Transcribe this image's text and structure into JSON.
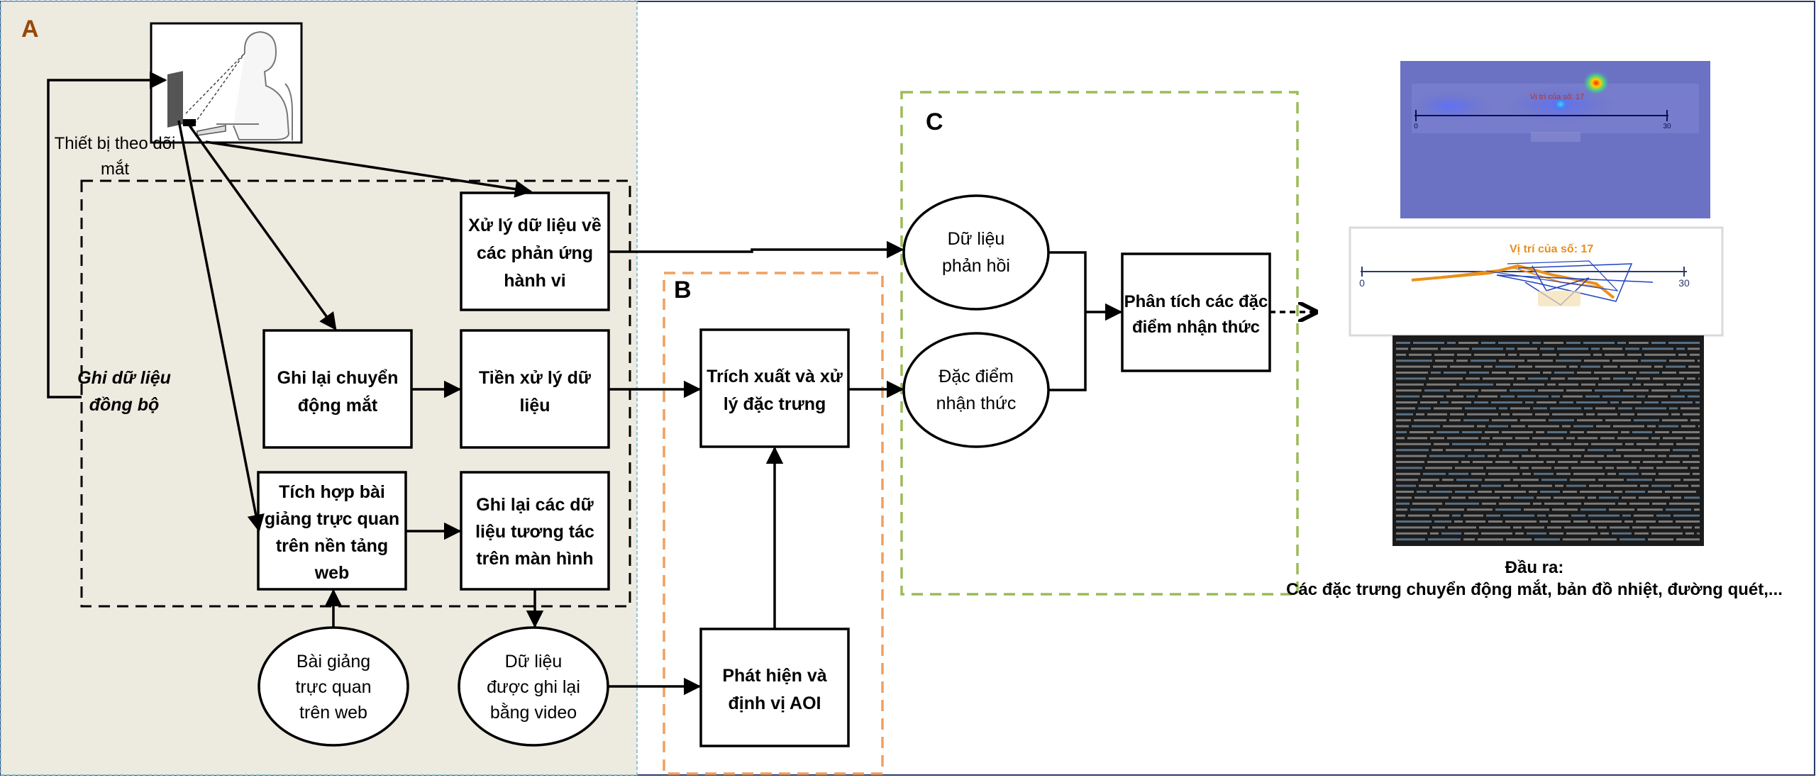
{
  "sections": {
    "a": "A",
    "b": "B",
    "c": "C"
  },
  "eye_tracker_label": [
    "Thiết bị theo dõi",
    "mắt"
  ],
  "sync_label": [
    "Ghi dữ liệu",
    "đồng bộ"
  ],
  "boxes": {
    "behavior": [
      "Xử lý dữ liệu về",
      "các phản ứng",
      "hành vi"
    ],
    "record_eye": [
      "Ghi lại chuyển",
      "động mắt"
    ],
    "preprocess": [
      "Tiền xử lý dữ",
      "liệu"
    ],
    "integrate": [
      "Tích hợp bài",
      "giảng trực quan",
      "trên nền tảng",
      "web"
    ],
    "screen_record": [
      "Ghi lại các dữ",
      "liệu tương tác",
      "trên màn hình"
    ],
    "extract": [
      "Trích xuất và xử",
      "lý đặc trưng"
    ],
    "aoi": [
      "Phát hiện và",
      "định vị AOI"
    ],
    "analysis": [
      "Phân tích các đặc",
      "điểm nhận thức"
    ]
  },
  "ellipses": {
    "lecture": [
      "Bài giảng",
      "trực quan",
      "trên web"
    ],
    "video": [
      "Dữ liệu",
      "được ghi lại",
      "bằng video"
    ],
    "feedback": [
      "Dữ liệu",
      "phản hồi"
    ],
    "cognitive": [
      "Đặc điểm",
      "nhận thức"
    ]
  },
  "heatmap": {
    "title": "Vị trí của số: 17",
    "min": "0",
    "max": "30"
  },
  "scanpath": {
    "title": "Vị trí của số: 17",
    "min": "0",
    "max": "30"
  },
  "output": {
    "title": "Đầu ra:",
    "desc": "Các đặc trưng chuyển động mắt, bản đồ nhiệt, đường quét,..."
  },
  "colors": {
    "panel_a_bg": "#edeae0",
    "section_a_label": "#974806",
    "section_b_border": "#f0a060",
    "section_c_border": "#9bbb59",
    "panel_a_border": "#6fb7d0",
    "heatmap_bg": "#6b72c4",
    "code_bg": "#1b1b1b",
    "scan_orange": "#e8901c",
    "scan_blue": "#2040c0"
  }
}
